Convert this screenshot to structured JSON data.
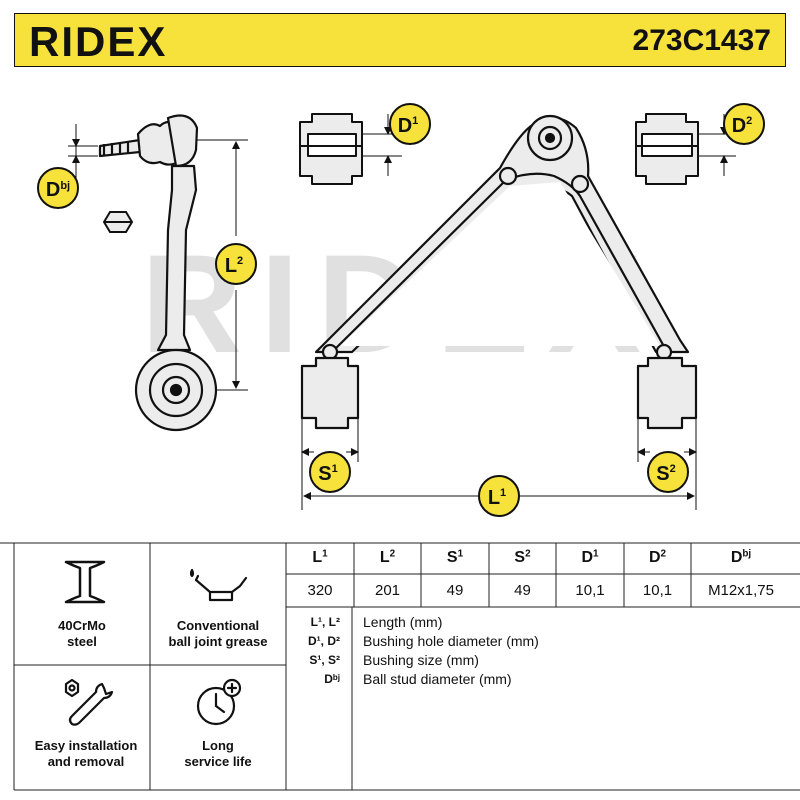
{
  "header": {
    "brand": "RIDEX",
    "part_number": "273C1437"
  },
  "colors": {
    "accent": "#f6e23a",
    "line": "#111111",
    "fill_light": "#ececec",
    "watermark": "#dcdcdc"
  },
  "drawing": {
    "watermark": "RIDEX",
    "labels": {
      "dbj": "D",
      "dbj_sup": "bj",
      "l2": "L",
      "l2_sup": "2",
      "d1": "D",
      "d1_sup": "1",
      "d2": "D",
      "d2_sup": "2",
      "s1": "S",
      "s1_sup": "1",
      "s2": "S",
      "s2_sup": "2",
      "l1": "L",
      "l1_sup": "1"
    }
  },
  "features": [
    {
      "icon": "i-beam-icon",
      "line1": "40CrMo",
      "line2": "steel"
    },
    {
      "icon": "oil-can-icon",
      "line1": "Conventional",
      "line2": "ball joint grease"
    },
    {
      "icon": "wrench-nut-icon",
      "line1": "Easy installation",
      "line2": "and removal"
    },
    {
      "icon": "clock-plus-icon",
      "line1": "Long",
      "line2": "service life"
    }
  ],
  "table": {
    "headers": [
      {
        "base": "L",
        "sup": "1"
      },
      {
        "base": "L",
        "sup": "2"
      },
      {
        "base": "S",
        "sup": "1"
      },
      {
        "base": "S",
        "sup": "2"
      },
      {
        "base": "D",
        "sup": "1"
      },
      {
        "base": "D",
        "sup": "2"
      },
      {
        "base": "D",
        "sup": "bj"
      }
    ],
    "values": [
      "320",
      "201",
      "49",
      "49",
      "10,1",
      "10,1",
      "M12x1,75"
    ]
  },
  "legend": [
    {
      "key": "L¹, L²",
      "desc": "Length (mm)"
    },
    {
      "key": "D¹, D²",
      "desc": "Bushing hole diameter (mm)"
    },
    {
      "key": "S¹, S²",
      "desc": "Bushing size (mm)"
    },
    {
      "key": "Dᵇʲ",
      "desc": "Ball stud diameter (mm)"
    }
  ]
}
